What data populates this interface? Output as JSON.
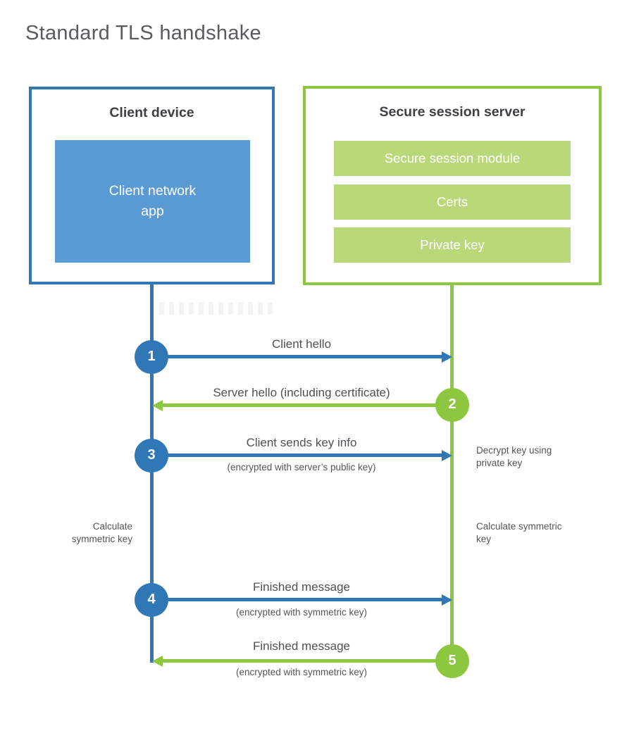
{
  "title": "Standard TLS handshake",
  "client": {
    "title": "Client device",
    "app": "Client network app"
  },
  "server": {
    "title": "Secure session server",
    "modules": [
      "Secure session module",
      "Certs",
      "Private key"
    ]
  },
  "steps": [
    {
      "number": "1",
      "label": "Client hello",
      "direction": "client-to-server"
    },
    {
      "number": "2",
      "label": "Server hello (including certificate)",
      "direction": "server-to-client"
    },
    {
      "number": "3",
      "label": "Client sends key info",
      "sublabel": "(encrypted with server’s public key)",
      "direction": "client-to-server"
    },
    {
      "number": "4",
      "label": "Finished message",
      "sublabel": "(encrypted with symmetric key)",
      "direction": "client-to-server"
    },
    {
      "number": "5",
      "label": "Finished message",
      "sublabel": "(encrypted with symmetric key)",
      "direction": "server-to-client"
    }
  ],
  "notes": {
    "decrypt": "Decrypt key using private key",
    "calc_left": "Calculate symmetric key",
    "calc_right": "Calculate symmetric key"
  },
  "colors": {
    "client_primary": "#2f78b5",
    "client_fill": "#5b9bd5",
    "server_primary": "#8dc63f",
    "server_fill": "#b9d879",
    "heading_text": "#3f4044",
    "label_text": "#4f5053",
    "title_text": "#5a5b5f"
  }
}
